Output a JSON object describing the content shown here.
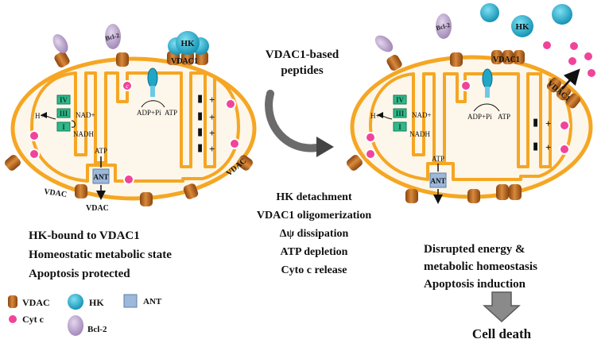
{
  "colors": {
    "membrane": "#f5a623",
    "matrix": "#fdf6ea",
    "vdac": "#c46a18",
    "hk": "#21a6c7",
    "cytc_fill": "#f0449a",
    "bcl2": "#b8a0c8",
    "complex": "#2fb98a",
    "ant": "#9db8d9"
  },
  "left_panel": {
    "vdac_labels": [
      "VDAC1",
      "VDAC",
      "VDAC",
      "VDAC"
    ],
    "hk_label": "HK",
    "bcl2_label": "Bcl-2",
    "complexes": [
      "IV",
      "III",
      "I"
    ],
    "h_plus": "H+",
    "nad_plus": "NAD+",
    "nadh": "NADH",
    "adp_pi": "ADP+Pi",
    "atp": "ATP",
    "ant_label": "ANT",
    "atp_ant": "ATP",
    "cytc_symbol": "c",
    "state": [
      "HK-bound to VDAC1",
      "Homeostatic metabolic state",
      "Apoptosis protected"
    ]
  },
  "middle": {
    "peptide_title": [
      "VDAC1-based",
      "peptides"
    ],
    "effects": [
      "HK detachment",
      "VDAC1 oligomerization",
      "Δψ dissipation",
      "ATP depletion",
      "Cyto c release"
    ]
  },
  "right_panel": {
    "vdac_labels": [
      "VDAC1",
      "VDAC1"
    ],
    "hk_label": "HK",
    "bcl2_label": "Bcl-2",
    "complexes": [
      "IV",
      "III",
      "I"
    ],
    "h_plus": "H+",
    "nad_plus": "NAD+",
    "nadh": "NADH",
    "adp_pi": "ADP+Pi",
    "atp": "ATP",
    "ant_label": "ANT",
    "atp_ant": "ATP",
    "state": [
      "Disrupted energy &",
      "metabolic homeostasis",
      "Apoptosis induction"
    ],
    "cell_death": "Cell death"
  },
  "legend": {
    "vdac": "VDAC",
    "hk": "HK",
    "ant": "ANT",
    "cytc": "Cyt c",
    "bcl2": "Bcl-2"
  }
}
